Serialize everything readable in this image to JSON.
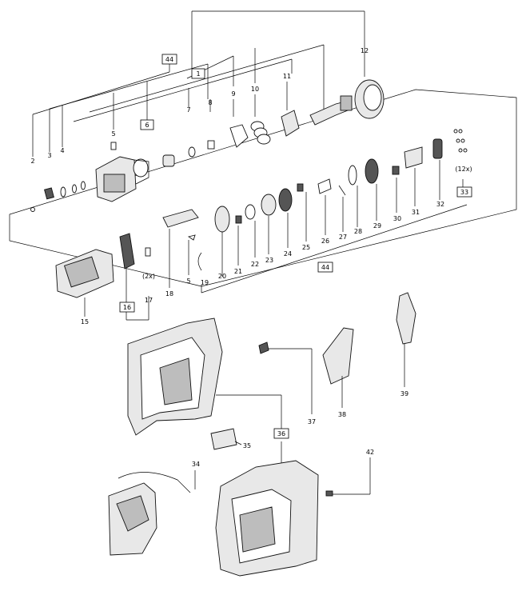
{
  "labels": {
    "p2": "2",
    "p3": "3",
    "p4": "4",
    "p5a": "5",
    "p5b": "5",
    "p7": "7",
    "p8": "8",
    "p9": "9",
    "p10": "10",
    "p11": "11",
    "p12": "12",
    "p15": "15",
    "p17": "17",
    "p18": "18",
    "p19": "19",
    "p20": "20",
    "p21": "21",
    "p22": "22",
    "p23": "23",
    "p24": "24",
    "p25": "25",
    "p26": "26",
    "p27": "27",
    "p28": "28",
    "p29": "29",
    "p30": "30",
    "p31": "31",
    "p32": "32",
    "p34": "34",
    "p35": "35",
    "p37": "37",
    "p38": "38",
    "p39": "39",
    "p42": "42"
  },
  "boxes": {
    "b1": "1",
    "b6": "6",
    "b16": "16",
    "b33": "33",
    "b36": "36",
    "b44a": "44",
    "b44b": "44"
  },
  "qty": {
    "q2x": "(2x)",
    "q12x": "(12x)"
  }
}
